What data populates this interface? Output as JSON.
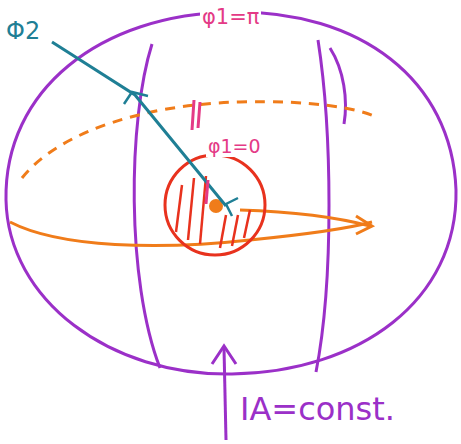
{
  "diagram": {
    "labels": [
      "Φ2",
      "φ1=π",
      "φ1=0",
      "IA=const."
    ]
  }
}
